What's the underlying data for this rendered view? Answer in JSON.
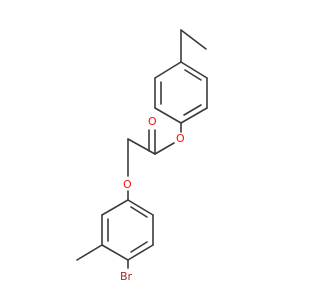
{
  "molecule": {
    "atoms": {
      "carbonyl_oxygen": {
        "symbol": "O",
        "color": "#ff0d0d"
      },
      "ester_oxygen": {
        "symbol": "O",
        "color": "#ff0d0d"
      },
      "ether_oxygen": {
        "symbol": "O",
        "color": "#ff0d0d"
      },
      "bromine": {
        "symbol": "Br",
        "color": "#a52a2a"
      }
    },
    "bond_color": "#3a3a3a"
  }
}
